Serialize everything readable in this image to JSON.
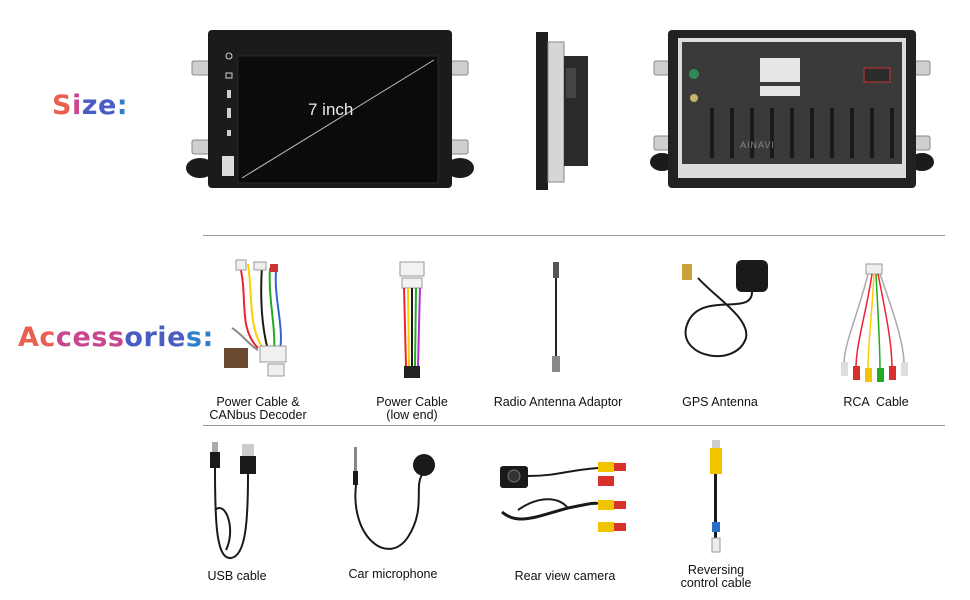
{
  "sections": {
    "size_label": "Size:",
    "accessories_label": "Accessories:"
  },
  "device": {
    "screen_size_text": "7 inch",
    "rear_brand_text": "AINAVI"
  },
  "accessories": [
    {
      "caption_line1": "Power Cable &",
      "caption_line2": "CANbus Decoder"
    },
    {
      "caption_line1": "Power Cable",
      "caption_line2": "(low end)"
    },
    {
      "caption_line1": "Radio Antenna Adaptor",
      "caption_line2": ""
    },
    {
      "caption_line1": "GPS Antenna",
      "caption_line2": ""
    },
    {
      "caption_line1": "RCA  Cable",
      "caption_line2": ""
    },
    {
      "caption_line1": "USB cable",
      "caption_line2": ""
    },
    {
      "caption_line1": "Car microphone",
      "caption_line2": ""
    },
    {
      "caption_line1": "Rear view camera",
      "caption_line2": ""
    },
    {
      "caption_line1": "Reversing",
      "caption_line2": "control cable"
    }
  ],
  "colors": {
    "label_gradient": [
      "#e8604f",
      "#c9478f",
      "#4a5dc2",
      "#2f7fc9"
    ],
    "divider": "#9a9a9a",
    "bezel": "#1b1b1b",
    "screen": "#0b0b0b",
    "rca_yellow": "#f2c400",
    "rca_red": "#d8302a",
    "rca_white": "#e9e9e9"
  }
}
